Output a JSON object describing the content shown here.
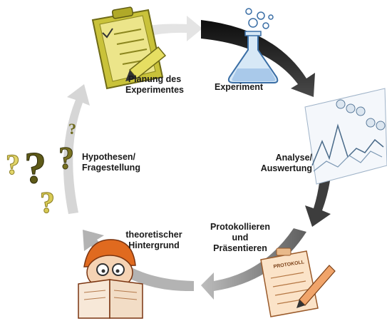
{
  "cycle": {
    "steps": [
      {
        "id": "planung",
        "line1": "Planung des",
        "line2": "Experimentes",
        "icon": "clipboard-pencil-icon",
        "arrow_color": "#e3e3e3"
      },
      {
        "id": "experiment",
        "line1": "Experiment",
        "line2": "",
        "icon": "flask-icon",
        "arrow_color": "#111111"
      },
      {
        "id": "analyse",
        "line1": "Analyse/",
        "line2": "Auswertung",
        "icon": "data-graph-icon",
        "arrow_color": "#3a3a3a"
      },
      {
        "id": "protokoll",
        "line1": "Protokollieren",
        "line2": "und",
        "line3": "Präsentieren",
        "icon": "protocol-writing-icon",
        "arrow_color": "#6b6b6b"
      },
      {
        "id": "hintergrund",
        "line1": "theoretischer",
        "line2": "Hintergrund",
        "icon": "reading-person-icon",
        "arrow_color": "#a9a9a9"
      },
      {
        "id": "hypothesen",
        "line1": "Hypothesen/",
        "line2": "Fragestellung",
        "icon": "question-marks-icon",
        "arrow_color": "#cfcfcf"
      }
    ],
    "protocol_sheet_title": "PROTOKOLL"
  }
}
